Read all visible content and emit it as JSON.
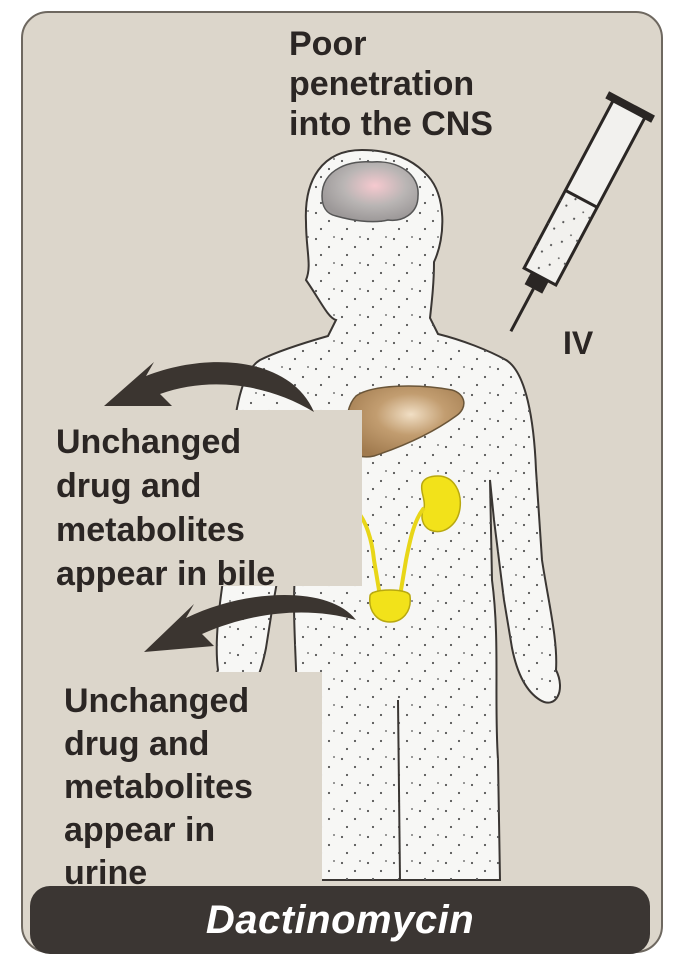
{
  "title": "Dactinomycin",
  "labels": {
    "cns": [
      "Poor",
      "penetration",
      "into the CNS"
    ],
    "iv": "IV",
    "bile": [
      "Unchanged",
      "drug and",
      "metabolites",
      "appear in bile"
    ],
    "urine": [
      "Unchanged",
      "drug and",
      "metabolites",
      "appear in",
      "urine"
    ]
  },
  "colors": {
    "background_panel": "#dcd6cb",
    "body_fill": "#f7f7f5",
    "arrow": "#3b3530",
    "liver": "#b0895c",
    "kidneys": "#f2e21a",
    "brain": "#b9b5b4",
    "title_bar": "#3b3633"
  }
}
